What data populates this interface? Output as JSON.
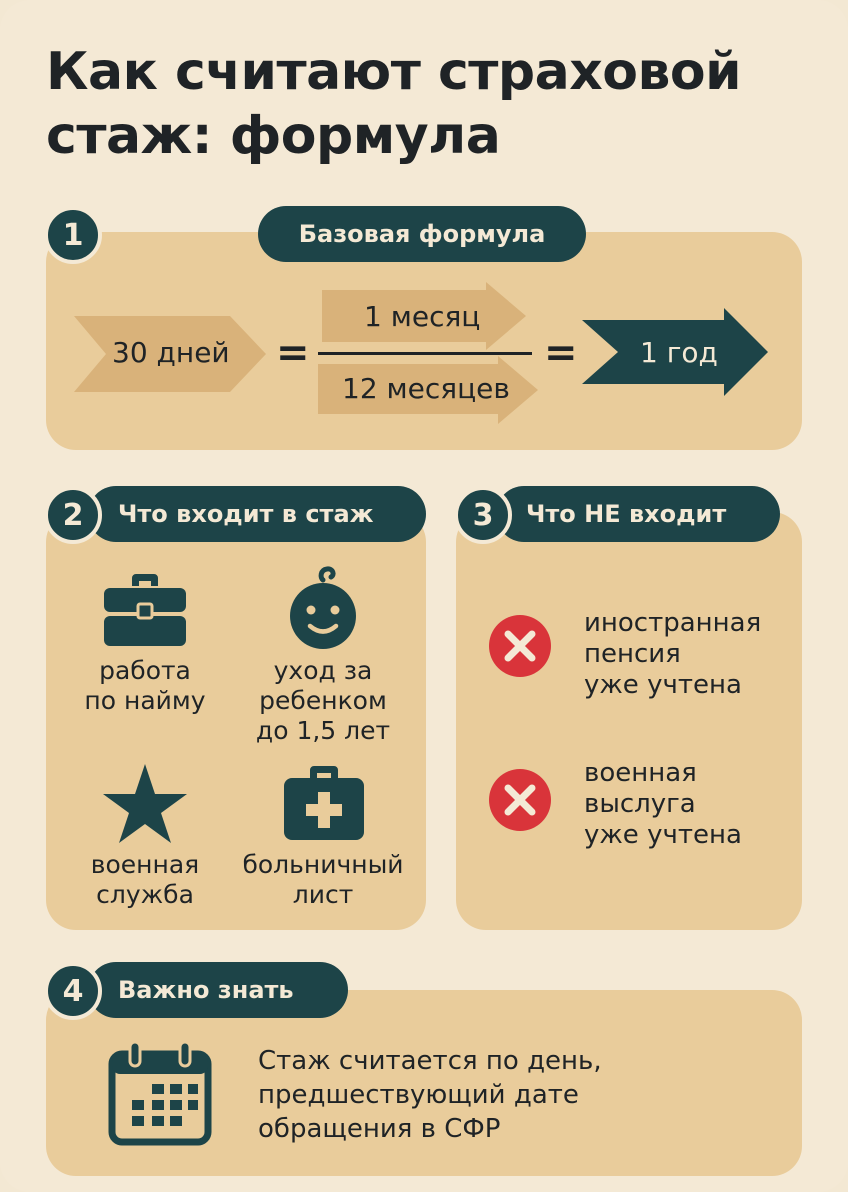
{
  "title": {
    "line1": "Как считают страховой",
    "line2": "стаж: формула"
  },
  "section1": {
    "number": "1",
    "header": "Базовая формула",
    "left": "30 дней",
    "numerator": "1 месяц",
    "denominator": "12 месяцев",
    "result": "1 год",
    "eq_sign": "="
  },
  "section2": {
    "number": "2",
    "header": "Что входит в стаж",
    "items": [
      {
        "icon": "briefcase-icon",
        "lines": [
          "работа",
          "по найму"
        ]
      },
      {
        "icon": "baby-face-icon",
        "lines": [
          "уход за",
          "ребенком",
          "до 1,5 лет"
        ]
      },
      {
        "icon": "star-icon",
        "lines": [
          "военная",
          "служба"
        ]
      },
      {
        "icon": "medical-kit-icon",
        "lines": [
          "больничный",
          "лист"
        ]
      }
    ]
  },
  "section3": {
    "number": "3",
    "header": "Что НЕ входит",
    "items": [
      {
        "icon": "x-circle-icon",
        "lines": [
          "иностранная",
          "пенсия",
          "уже учтена"
        ]
      },
      {
        "icon": "x-circle-icon",
        "lines": [
          "военная",
          "выслуга",
          "уже учтена"
        ]
      }
    ]
  },
  "section4": {
    "number": "4",
    "header": "Важно знать",
    "icon": "calendar-icon",
    "lines": [
      "Стаж считается по день,",
      "предшествующий дате",
      "обращения в СФР"
    ]
  },
  "colors": {
    "background": "#f4e9d5",
    "card": "#e9cc9b",
    "accent_dark": "#1d4448",
    "arrow_light": "#d9b27a",
    "cross_red": "#d9343a"
  }
}
